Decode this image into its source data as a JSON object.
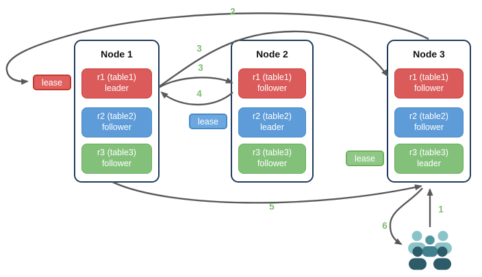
{
  "nodes": [
    {
      "title": "Node 1",
      "replicas": [
        {
          "label": "r1 (table1)",
          "role": "leader",
          "color": "red"
        },
        {
          "label": "r2 (table2)",
          "role": "follower",
          "color": "blue"
        },
        {
          "label": "r3 (table3)",
          "role": "follower",
          "color": "green"
        }
      ]
    },
    {
      "title": "Node 2",
      "replicas": [
        {
          "label": "r1 (table1)",
          "role": "follower",
          "color": "red"
        },
        {
          "label": "r2 (table2)",
          "role": "leader",
          "color": "blue"
        },
        {
          "label": "r3 (table3)",
          "role": "follower",
          "color": "green"
        }
      ]
    },
    {
      "title": "Node 3",
      "replicas": [
        {
          "label": "r1 (table1)",
          "role": "follower",
          "color": "red"
        },
        {
          "label": "r2 (table2)",
          "role": "follower",
          "color": "blue"
        },
        {
          "label": "r3 (table3)",
          "role": "leader",
          "color": "green"
        }
      ]
    }
  ],
  "leases": {
    "red": {
      "label": "lease"
    },
    "blue": {
      "label": "lease"
    },
    "green": {
      "label": "lease"
    }
  },
  "steps": {
    "s1": "1",
    "s2": "2",
    "s3a": "3",
    "s3b": "3",
    "s4": "4",
    "s5": "5",
    "s6": "6"
  },
  "icons": {
    "users": "users-icon"
  },
  "colors": {
    "node_border": "#1F3A5E",
    "replica_red": "#DB5B5B",
    "replica_blue": "#5D9CD8",
    "replica_green": "#83C17B",
    "lease_red_border": "#C0392B",
    "lease_blue_border": "#4789C7",
    "lease_green_border": "#6FB05F",
    "arrow_gray": "#595959",
    "step_green": "#7CBE6C",
    "users_light_teal": "#8BC4C8",
    "users_mid_teal": "#4F96A1",
    "users_dark_teal": "#2D5B68"
  }
}
